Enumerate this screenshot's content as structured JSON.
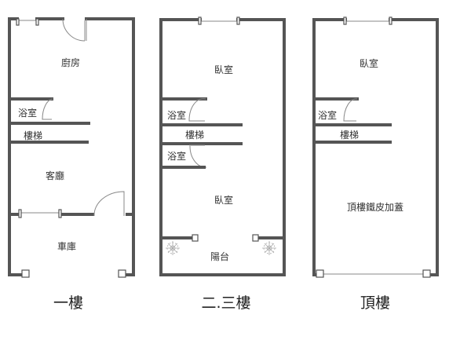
{
  "floors": [
    {
      "caption": "一樓",
      "rooms": [
        "廚房",
        "浴室",
        "樓梯",
        "客廳",
        "車庫"
      ]
    },
    {
      "caption": "二.三樓",
      "rooms": [
        "臥室",
        "浴室",
        "樓梯",
        "浴室",
        "臥室",
        "陽台"
      ]
    },
    {
      "caption": "頂樓",
      "rooms": [
        "臥室",
        "浴室",
        "樓梯",
        "頂樓鐵皮加蓋"
      ]
    }
  ],
  "colors": {
    "wall": "#555555",
    "text": "#333333"
  }
}
